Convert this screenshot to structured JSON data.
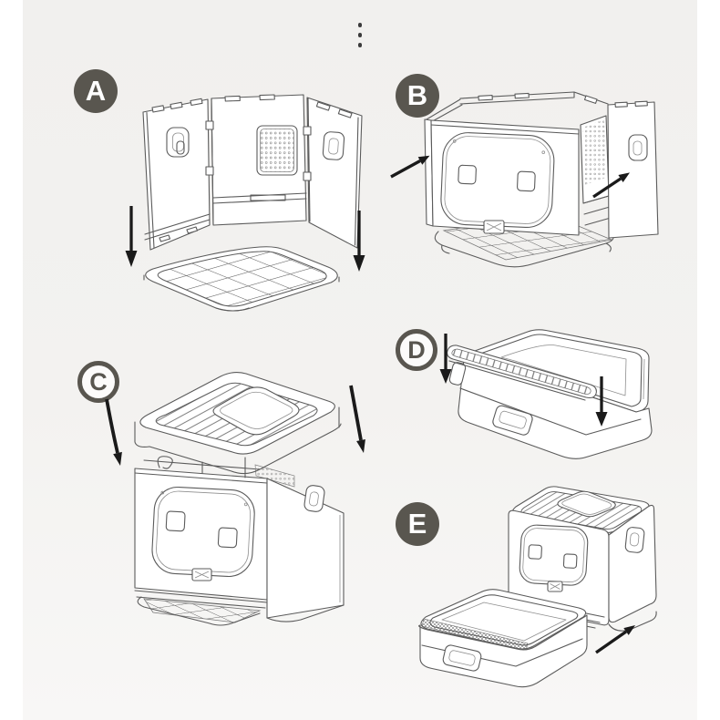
{
  "page": {
    "background_color": "#ffffff",
    "canvas_color": "#f2f1ef",
    "line_color": "#5b5b5b",
    "arrow_color": "#1a1a1a",
    "badge_fill_color": "#59564f",
    "badge_text_color": "#ffffff"
  },
  "toolbar": {
    "more_options_icon": "vertical-ellipsis"
  },
  "steps": [
    {
      "label": "A",
      "badge_style": "filled",
      "illustration": "unfolded-walls-above-base-grid",
      "arrow_icons": [
        "down-arrow",
        "down-arrow"
      ]
    },
    {
      "label": "B",
      "badge_style": "filled",
      "illustration": "front-door-panel-clipped-onto-body",
      "arrow_icons": [
        "up-right-arrow",
        "up-right-arrow"
      ]
    },
    {
      "label": "C",
      "badge_style": "outlined",
      "illustration": "top-cover-lowered-onto-body",
      "arrow_icons": [
        "down-arrow",
        "down-arrow"
      ]
    },
    {
      "label": "D",
      "badge_style": "outlined",
      "illustration": "sifting-grate-dropped-into-drawer",
      "arrow_icons": [
        "down-arrow",
        "down-arrow"
      ]
    },
    {
      "label": "E",
      "badge_style": "filled",
      "illustration": "drawer-sliding-into-assembled-box",
      "arrow_icons": [
        "up-right-arrow"
      ]
    }
  ]
}
